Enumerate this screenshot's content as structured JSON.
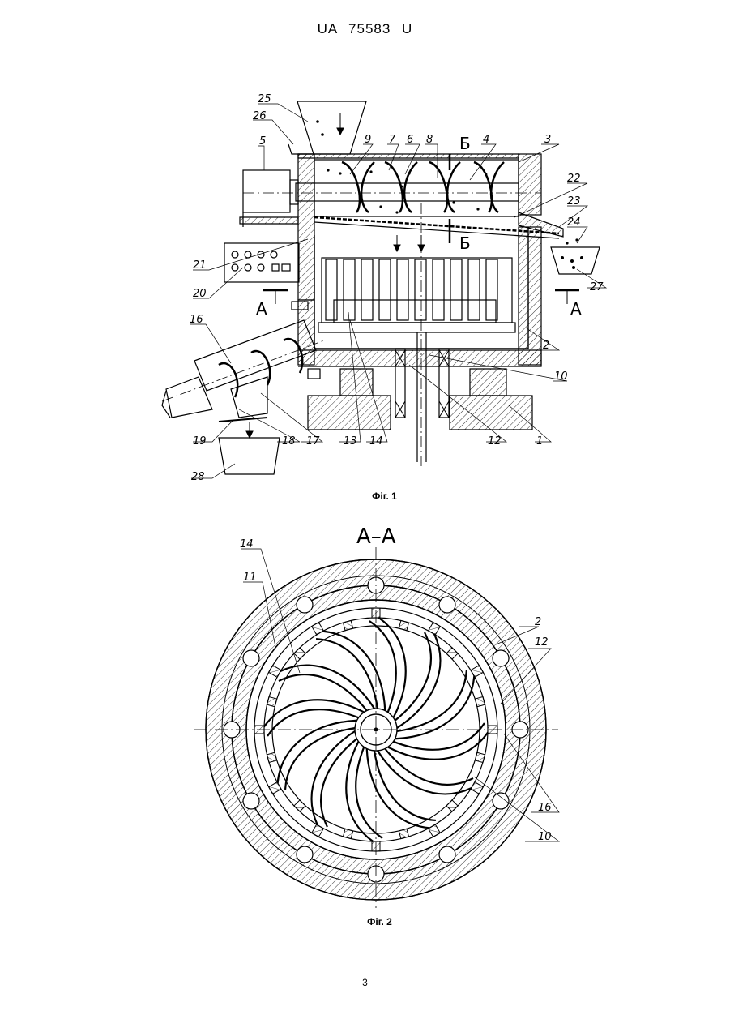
{
  "header": {
    "document_number": "UA 75583 U"
  },
  "figure1": {
    "caption": "Фіг. 1",
    "section_marks": {
      "a_left": "А",
      "a_right": "А",
      "b_top": "Б",
      "b_bottom": "Б"
    },
    "labels": {
      "l1": "1",
      "l2": "2",
      "l3": "3",
      "l4": "4",
      "l5": "5",
      "l6": "6",
      "l7": "7",
      "l8": "8",
      "l9": "9",
      "l10": "10",
      "l12": "12",
      "l13": "13",
      "l14": "14",
      "l16": "16",
      "l17": "17",
      "l18": "18",
      "l19": "19",
      "l20": "20",
      "l21": "21",
      "l22": "22",
      "l23": "23",
      "l24": "24",
      "l25": "25",
      "l26": "26",
      "l27": "27",
      "l28": "28"
    }
  },
  "figure2": {
    "section_title": "А–А",
    "caption": "Фіг. 2",
    "labels": {
      "l14": "14",
      "l11": "11",
      "l2": "2",
      "l12": "12",
      "l16": "16",
      "l10": "10"
    }
  },
  "page_number": "3"
}
